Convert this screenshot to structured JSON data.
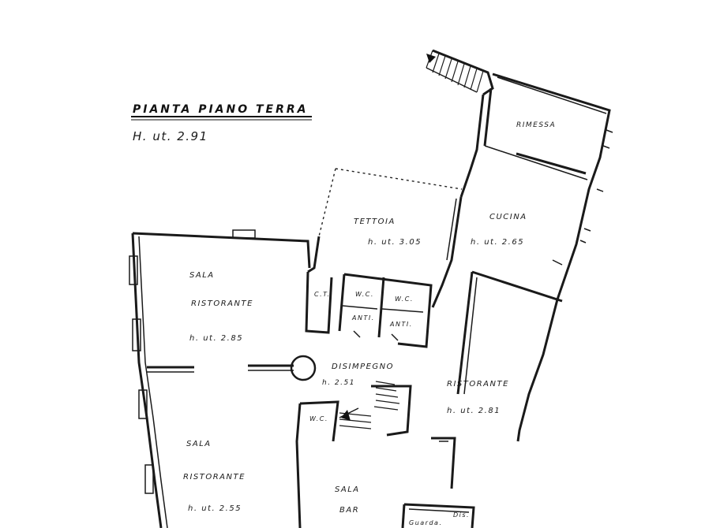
{
  "title": "PIANTA PIANO TERRA",
  "height_note": "H. ut. 2.91",
  "rooms": {
    "rimessa": "RIMESSA",
    "tettoia": "TETTOIA",
    "tettoia_h": "h. ut. 3.05",
    "cucina": "CUCINA",
    "cucina_h": "h. ut. 2.65",
    "sala1_a": "SALA",
    "sala1_b": "RISTORANTE",
    "sala1_h": "h. ut. 2.85",
    "ct": "C.T.",
    "wc1": "W.C.",
    "wc2": "W.C.",
    "anti1": "ANTI.",
    "anti2": "ANTI.",
    "disimpegno": "DISIMPEGNO",
    "disimpegno_h": "h. 2.51",
    "ristorante": "RISTORANTE",
    "ristorante_h": "h. ut. 2.81",
    "wc3": "W.C.",
    "sala2_a": "SALA",
    "sala2_b": "RISTORANTE",
    "sala2_h": "h. ut. 2.55",
    "sala_bar_a": "SALA",
    "sala_bar_b": "BAR",
    "guardaroba": "Guarda.",
    "dis": "Dis."
  }
}
